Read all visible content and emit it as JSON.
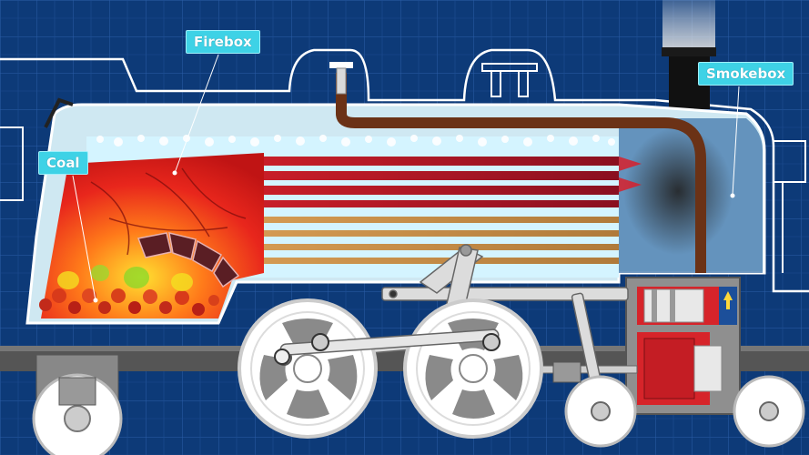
{
  "labels": {
    "firebox": "Firebox",
    "coal": "Coal",
    "smokebox": "Smokebox"
  },
  "colors": {
    "background": "#0d3a78",
    "grid": "#2858a0",
    "outline": "#ffffff",
    "fire": "#e8261c",
    "water": "#c8f0ff",
    "steam_pipe": "#7a3a16",
    "callout": "#3ed2e6",
    "cylinder": "#d6242a",
    "metal": "#a9a9a9"
  }
}
